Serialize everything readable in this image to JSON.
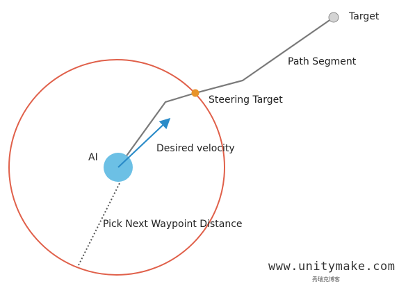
{
  "labels": {
    "target": "Target",
    "path_segment": "Path Segment",
    "steering_target": "Steering Target",
    "desired_velocity": "Desired velocity",
    "ai": "AI",
    "pick_next_waypoint_distance": "Pick Next Waypoint Distance"
  },
  "watermark": {
    "url": "www.unitymake.com",
    "subtitle": "秀瑞克博客"
  },
  "colors": {
    "radius_circle": "#e0604a",
    "ai_agent": "#6cc0e5",
    "velocity_arrow": "#2a8bc8",
    "path_line": "#7a7a7a",
    "steering_target": "#e8932a",
    "target_node": "#d4d4d4",
    "distance_line": "#555555"
  }
}
